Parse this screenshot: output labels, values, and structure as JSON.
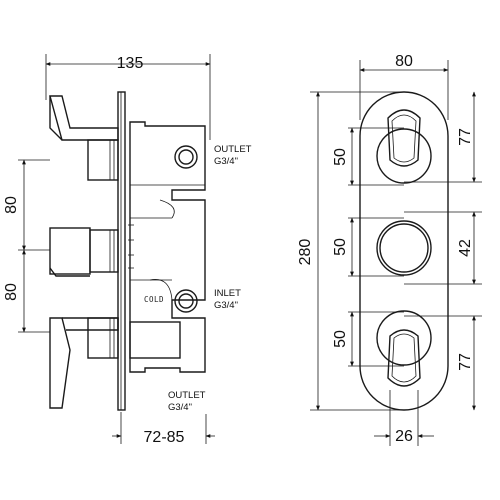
{
  "side_view": {
    "width_dim": "135",
    "depth_dim": "72-85",
    "spacing_top": "80",
    "spacing_bottom": "80",
    "outlet_top_label_1": "OUTLET",
    "outlet_top_label_2": "G3/4\"",
    "inlet_label_1": "INLET",
    "inlet_label_2": "G3/4\"",
    "outlet_bottom_label_1": "OUTLET",
    "outlet_bottom_label_2": "G3/4\"",
    "cold_mark": "COLD"
  },
  "front_view": {
    "width_dim": "80",
    "height_dim": "280",
    "left_top": "50",
    "left_mid": "50",
    "left_bottom": "50",
    "right_top": "77",
    "right_mid": "42",
    "right_bottom": "77",
    "bottom_dim": "26"
  }
}
